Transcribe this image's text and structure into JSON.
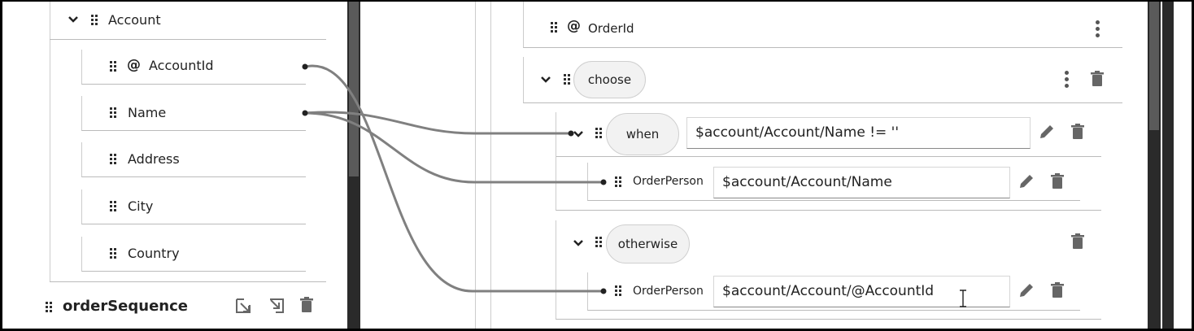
{
  "source_tree": {
    "parent": {
      "label": "Account"
    },
    "fields": [
      {
        "label": "AccountId",
        "attribute": true
      },
      {
        "label": "Name"
      },
      {
        "label": "Address"
      },
      {
        "label": "City"
      },
      {
        "label": "Country"
      }
    ],
    "footer": {
      "label": "orderSequence"
    }
  },
  "target_tree": {
    "top_field": {
      "label": "OrderId",
      "attribute": true
    },
    "choose": {
      "label": "choose"
    },
    "when": {
      "label": "when",
      "expression": "$account/Account/Name != ''"
    },
    "when_child": {
      "label": "OrderPerson",
      "expression": "$account/Account/Name"
    },
    "otherwise": {
      "label": "otherwise"
    },
    "otherwise_child": {
      "label": "OrderPerson",
      "expression": "$account/Account/@AccountId"
    }
  },
  "colors": {
    "connector": "#808080",
    "sidebar_dark": "#2a2a2a",
    "scroll_thumb": "#5a5a5a"
  }
}
